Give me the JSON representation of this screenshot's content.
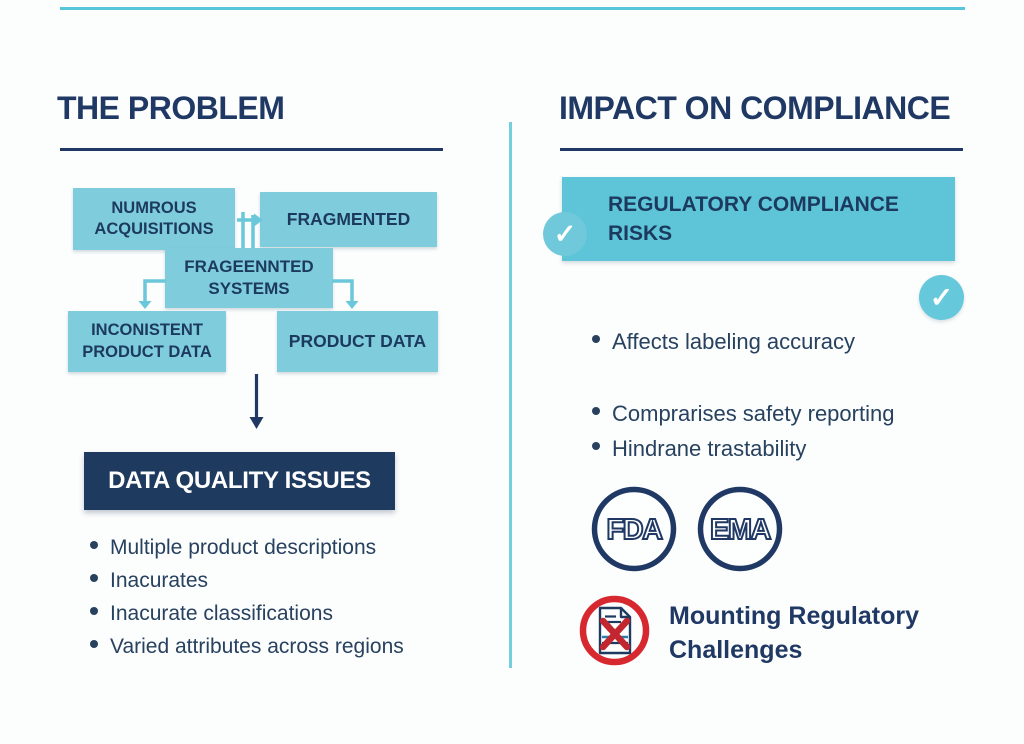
{
  "colors": {
    "navy": "#1f3864",
    "flow_box_teal": "#7fccdc",
    "risk_banner_teal": "#5ec4d8",
    "accent_cyan_line": "#57c6da",
    "result_box_navy": "#1e3a5f",
    "reject_red": "#d7282f"
  },
  "icons": {
    "check": "✓"
  },
  "left_panel": {
    "title": "THE PROBLEM",
    "flow": {
      "numerous_acquisitions": "NUMROUS ACQUISITIONS",
      "fragmented": "FRAGMENTED",
      "fragmented_systems": "FRAGEENNTED SYSTEMS",
      "inconsistent_product_data": "INCONISTENT PRODUCT DATA",
      "product_data": "PRODUCT DATA"
    },
    "result_box": "DATA QUALITY ISSUES",
    "bullets": [
      "Multiple product descriptions",
      "Inacurates",
      "Inacurate classifications",
      "Varied attributes across regions"
    ]
  },
  "right_panel": {
    "title": "IMPACT ON COMPLIANCE",
    "risk_banner": "REGULATORY COMPLIANCE RISKS",
    "bullets_top": [
      "Affects labeling accuracy"
    ],
    "bullets_bottom": [
      "Comprarises safety reporting",
      "Hindrane trastability"
    ],
    "badges": [
      {
        "label": "FDA"
      },
      {
        "label": "EMA"
      }
    ],
    "challenge_title": "Mounting Regulatory Challenges"
  }
}
